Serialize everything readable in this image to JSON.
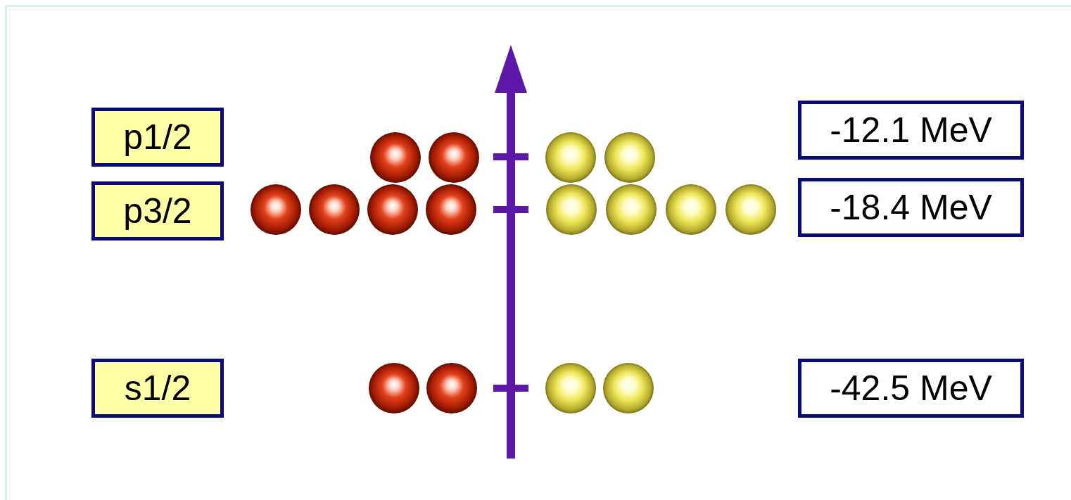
{
  "diagram": {
    "nodes": [
      {
        "text": [
          "p1/2"
        ]
      },
      {
        "text": [
          "-12.1 MeV"
        ]
      },
      {
        "text": [
          "p3/2"
        ]
      },
      {
        "text": [
          "-18.4 MeV"
        ]
      },
      {
        "text": [
          "s1/2"
        ]
      },
      {
        "text": [
          "-42.5 MeV"
        ]
      }
    ]
  }
}
